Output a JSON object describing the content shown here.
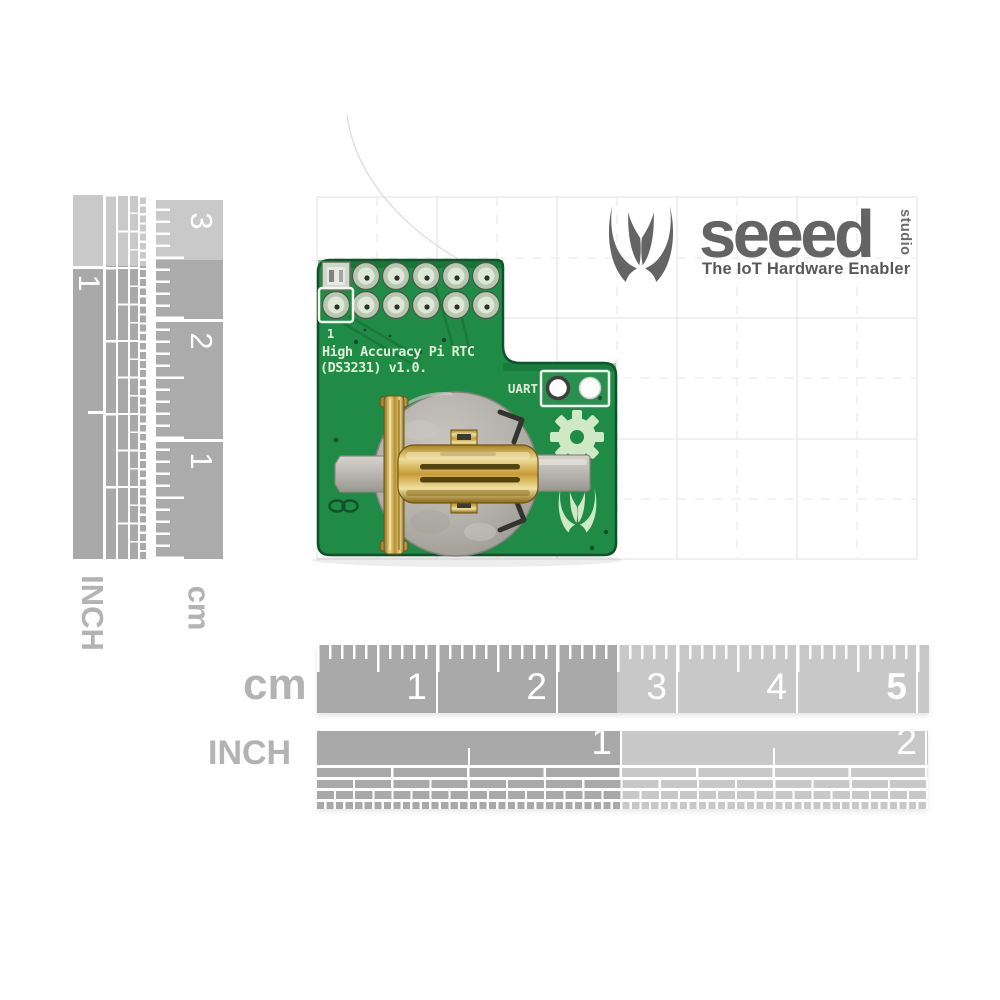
{
  "logo": {
    "brand": "seeed",
    "studio_label": "studio",
    "tagline": "The IoT Hardware Enabler",
    "color": "#646464"
  },
  "pcb": {
    "silkscreen_title": "High Accuracy Pi RTC",
    "silkscreen_version": "(DS3231) v1.0.",
    "pin1_label": "1",
    "uart_label": "UART",
    "board_color": "#1f8b46"
  },
  "rulers": {
    "bottom_cm": {
      "label": "cm",
      "numbers": [
        "1",
        "2",
        "3",
        "4",
        "5"
      ]
    },
    "bottom_inch": {
      "label": "INCH",
      "numbers": [
        "1",
        "2"
      ]
    },
    "left_cm": {
      "label": "cm",
      "numbers": [
        "3",
        "2",
        "1"
      ]
    },
    "left_inch": {
      "label": "INCH",
      "numbers": [
        "1"
      ]
    }
  },
  "colors": {
    "ruler_dark": "#a9a9a9",
    "ruler_light": "#c9c9c9",
    "ruler_label_gray": "#b3b3b3",
    "grid_line": "#ebebeb",
    "silkscreen_white": "#ddeed6",
    "gold": "#d8b954",
    "battery_silver": "#b7b4ae",
    "logo_gray": "#646464"
  }
}
